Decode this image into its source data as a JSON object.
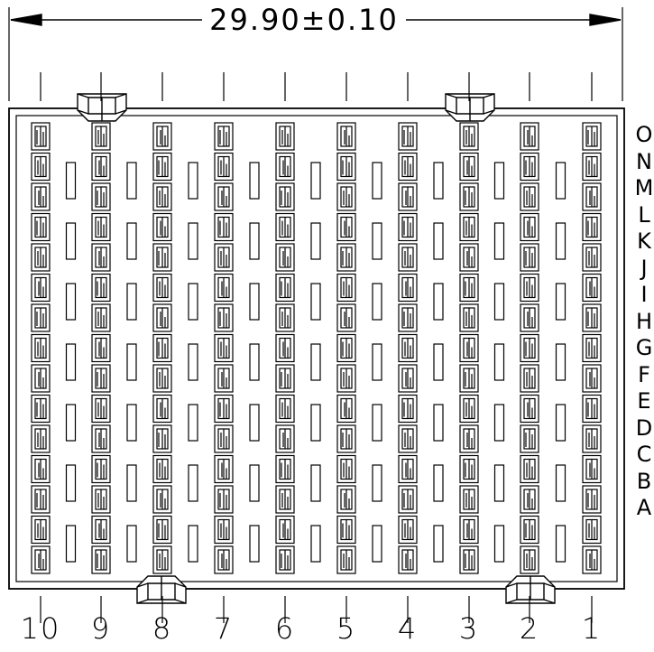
{
  "dimension": {
    "text": "29.90±0.10"
  },
  "columns": [
    "10",
    "9",
    "8",
    "7",
    "6",
    "5",
    "4",
    "3",
    "2",
    "1"
  ],
  "rows": [
    "O",
    "N",
    "M",
    "L",
    "K",
    "J",
    "I",
    "H",
    "G",
    "F",
    "E",
    "D",
    "C",
    "B",
    "A"
  ],
  "colors": {
    "line": "#000000",
    "background": "#ffffff"
  }
}
